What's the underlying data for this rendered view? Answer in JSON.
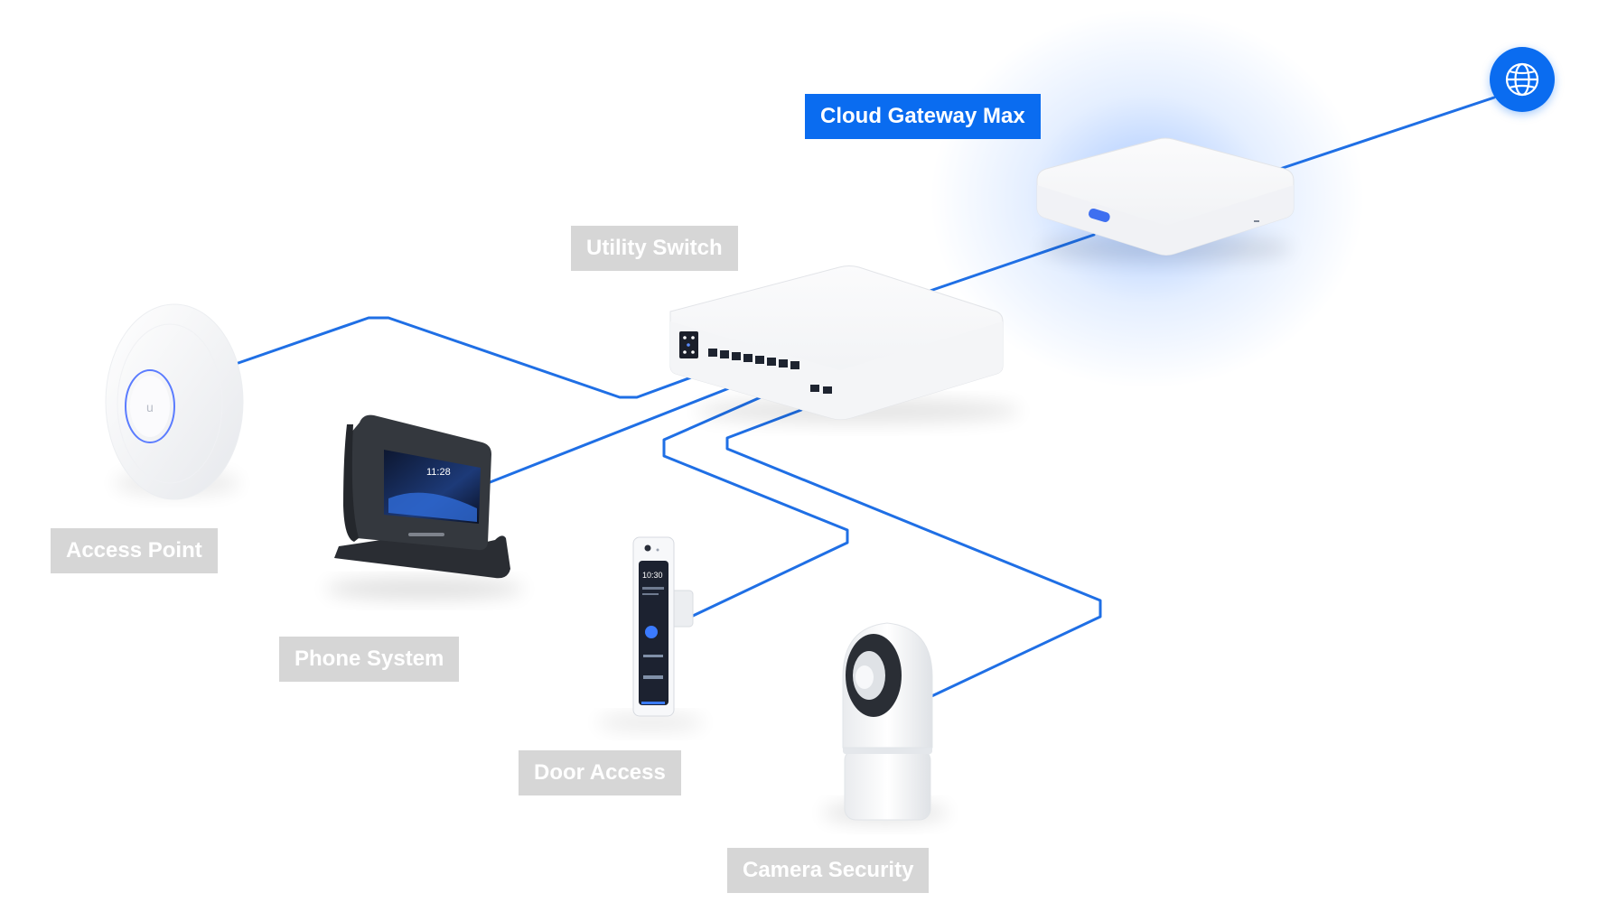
{
  "labels": {
    "cloud_gateway": "Cloud Gateway Max",
    "utility_switch": "Utility Switch",
    "access_point": "Access Point",
    "phone_system": "Phone System",
    "door_access": "Door Access",
    "camera_security": "Camera Security"
  },
  "phone_screen_time": "11:28",
  "door_screen_time": "10:30",
  "icons": {
    "internet": "globe-icon"
  },
  "colors": {
    "link_line": "#1f6fe5",
    "gateway_label": "#0a6cf0",
    "device_label": "#d6d6d6",
    "gateway_glow": "#5a96ff"
  }
}
